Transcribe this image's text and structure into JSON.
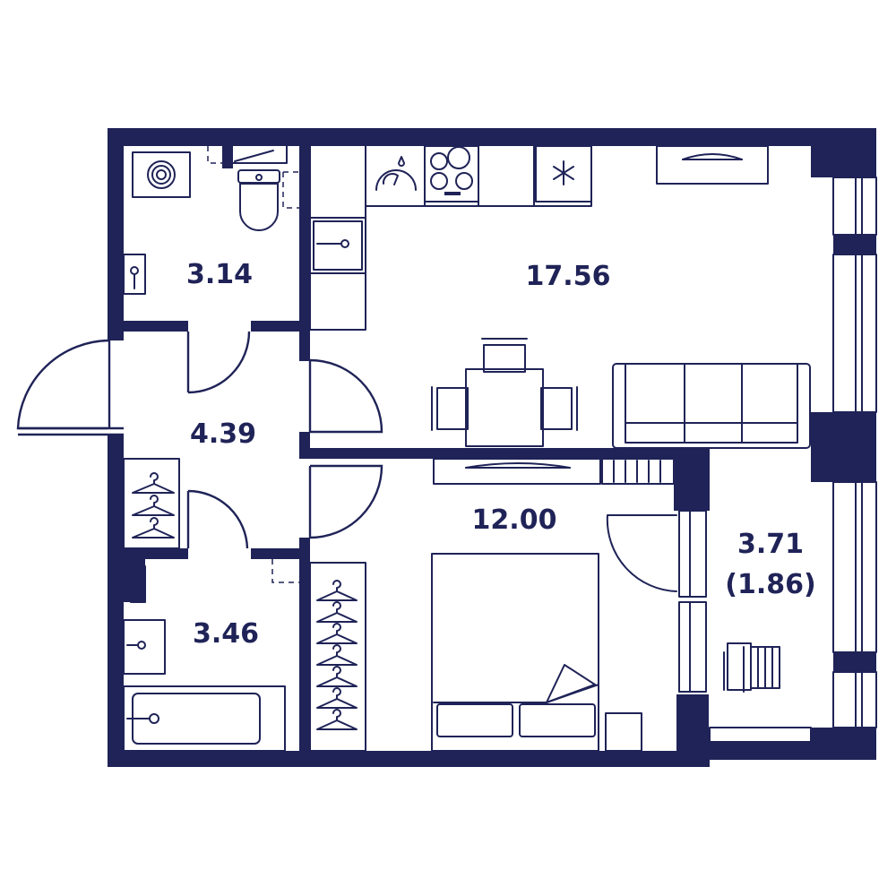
{
  "colors": {
    "wall": "#1f2357",
    "background": "#ffffff"
  },
  "rooms": {
    "kitchen_living": {
      "area": "17.56"
    },
    "bathroom_top": {
      "area": "3.14"
    },
    "hallway": {
      "area": "4.39"
    },
    "bedroom": {
      "area": "12.00"
    },
    "bathroom_bottom": {
      "area": "3.46"
    },
    "balcony": {
      "area": "3.71",
      "area_reduced": "(1.86)"
    }
  },
  "icons": [
    "washing-machine-icon",
    "toilet-icon",
    "sink-icon",
    "stove-icon",
    "fridge-icon",
    "sofa-icon",
    "dining-table-icon",
    "chair-icon",
    "bed-icon",
    "hanger-icon",
    "bathtub-icon",
    "radiator-icon",
    "window-icon",
    "door-icon",
    "deck-chair-icon"
  ]
}
